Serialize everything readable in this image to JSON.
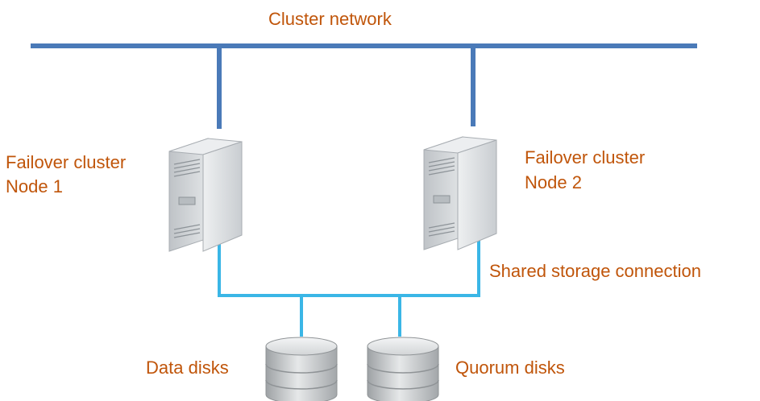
{
  "title": "Cluster network",
  "nodes": [
    {
      "line1": "Failover cluster",
      "line2": "Node 1"
    },
    {
      "line1": "Failover cluster",
      "line2": "Node 2"
    }
  ],
  "connection_label": "Shared storage connection",
  "disks": [
    {
      "label": "Data disks"
    },
    {
      "label": "Quorum disks"
    }
  ],
  "colors": {
    "label_text": "#c0550a",
    "cluster_network": "#4a7ab8",
    "storage_connection": "#3ab6e6",
    "server_body": "#d6d9dc",
    "disk_body": "#c7c9cb"
  }
}
